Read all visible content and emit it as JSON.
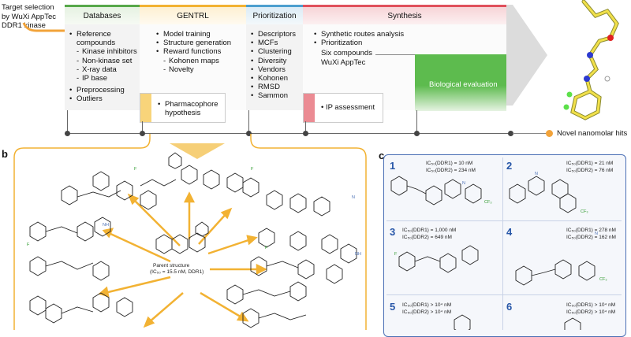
{
  "target": {
    "lines": [
      "Target selection",
      "by WuXi AppTec",
      "DDR1 kinase"
    ]
  },
  "colors": {
    "databases": "#57a84a",
    "gentrl": "#f2b233",
    "prioritization": "#4d9fcf",
    "synthesis": "#e0505c",
    "panel_c": "#4a6fb5",
    "bio_eval": "#5dbb4e",
    "hits_dot": "#f2a33a"
  },
  "headers": {
    "databases": "Databases",
    "gentrl": "GENTRL",
    "prioritization": "Prioritization",
    "synthesis": "Synthesis"
  },
  "databases": {
    "items": [
      {
        "text": "Reference",
        "bullet": true
      },
      {
        "text": "compounds",
        "bullet": false
      },
      {
        "text": "Kinase inhibitors",
        "sub": true
      },
      {
        "text": "Non-kinase set",
        "sub": true
      },
      {
        "text": "X-ray data",
        "sub": true
      },
      {
        "text": "IP base",
        "sub": true
      },
      {
        "text": "Preprocessing",
        "bullet": true
      },
      {
        "text": "Outliers",
        "bullet": true
      }
    ]
  },
  "gentrl": {
    "items": [
      {
        "text": "Model training",
        "bullet": true
      },
      {
        "text": "Structure generation",
        "bullet": true
      },
      {
        "text": "Reward functions",
        "bullet": true
      },
      {
        "text": "Kohonen maps",
        "sub": true
      },
      {
        "text": "Novelty",
        "sub": true
      }
    ],
    "pharmacophore": [
      "Pharmacophore",
      "hypothesis"
    ]
  },
  "prioritization": {
    "items": [
      "Descriptors",
      "MCFs",
      "Clustering",
      "Diversity",
      "Vendors",
      "Kohonen",
      "RMSD",
      "Sammon"
    ]
  },
  "synthesis": {
    "items": [
      "Synthetic routes analysis",
      "Prioritization"
    ],
    "six": [
      "Six compounds",
      "WuXi AppTec"
    ],
    "bio_eval": "Biological evaluation",
    "ip": "IP assessment"
  },
  "hits": "Novel nanomolar hits",
  "panel_b": {
    "label": "b",
    "parent": [
      "Parent structure",
      "(IC₅₀ = 15.5 nM, DDR1)"
    ]
  },
  "panel_c": {
    "label": "c",
    "compounds": [
      {
        "num": "1",
        "lines": [
          "IC₅₀(DDR1) = 10 nM",
          "IC₅₀(DDR2) = 234 nM"
        ]
      },
      {
        "num": "2",
        "lines": [
          "IC₅₀(DDR1) = 21 nM",
          "IC₅₀(DDR2) = 76 nM"
        ]
      },
      {
        "num": "3",
        "lines": [
          "IC₅₀(DDR1) = 1,000 nM",
          "IC₅₀(DDR2) = 649 nM"
        ]
      },
      {
        "num": "4",
        "lines": [
          "IC₅₀(DDR1) = 278 nM",
          "IC₅₀(DDR2) = 162 nM"
        ]
      },
      {
        "num": "5",
        "lines": [
          "IC₅₀(DDR1) > 10⁴ nM",
          "IC₅₀(DDR2) > 10⁴ nM"
        ]
      },
      {
        "num": "6",
        "lines": [
          "IC₅₀(DDR1) > 10⁴ nM",
          "IC₅₀(DDR2) > 10⁴ nM"
        ]
      }
    ]
  }
}
